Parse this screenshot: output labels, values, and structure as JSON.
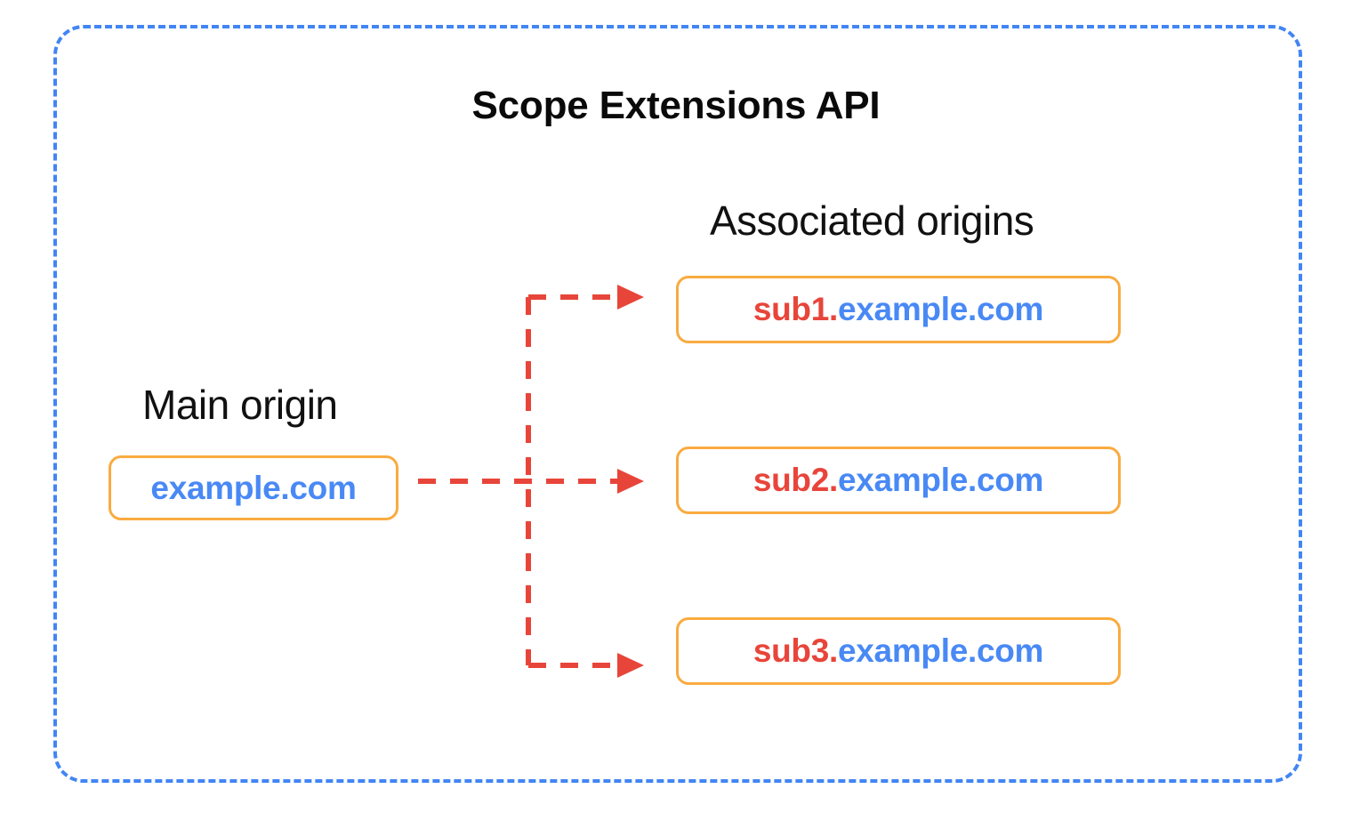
{
  "diagram": {
    "title": "Scope Extensions API",
    "frame_color": "#4285F4",
    "box_border_color": "#F9AB40",
    "arrow_color": "#E8453A",
    "sub_color": "#E8453A",
    "domain_color": "#4989F5"
  },
  "main_origin": {
    "label": "Main origin",
    "origin": {
      "sub": "",
      "domain": "example.com",
      "full": "example.com"
    }
  },
  "associated_origins": {
    "label": "Associated origins",
    "items": [
      {
        "sub": "sub1.",
        "domain": "example.com",
        "full": "sub1.example.com"
      },
      {
        "sub": "sub2.",
        "domain": "example.com",
        "full": "sub2.example.com"
      },
      {
        "sub": "sub3.",
        "domain": "example.com",
        "full": "sub3.example.com"
      }
    ]
  },
  "connectors": [
    {
      "from": "example.com",
      "to": "sub1.example.com",
      "style": "dashed-arrow"
    },
    {
      "from": "example.com",
      "to": "sub2.example.com",
      "style": "dashed-arrow"
    },
    {
      "from": "example.com",
      "to": "sub3.example.com",
      "style": "dashed-arrow"
    }
  ]
}
